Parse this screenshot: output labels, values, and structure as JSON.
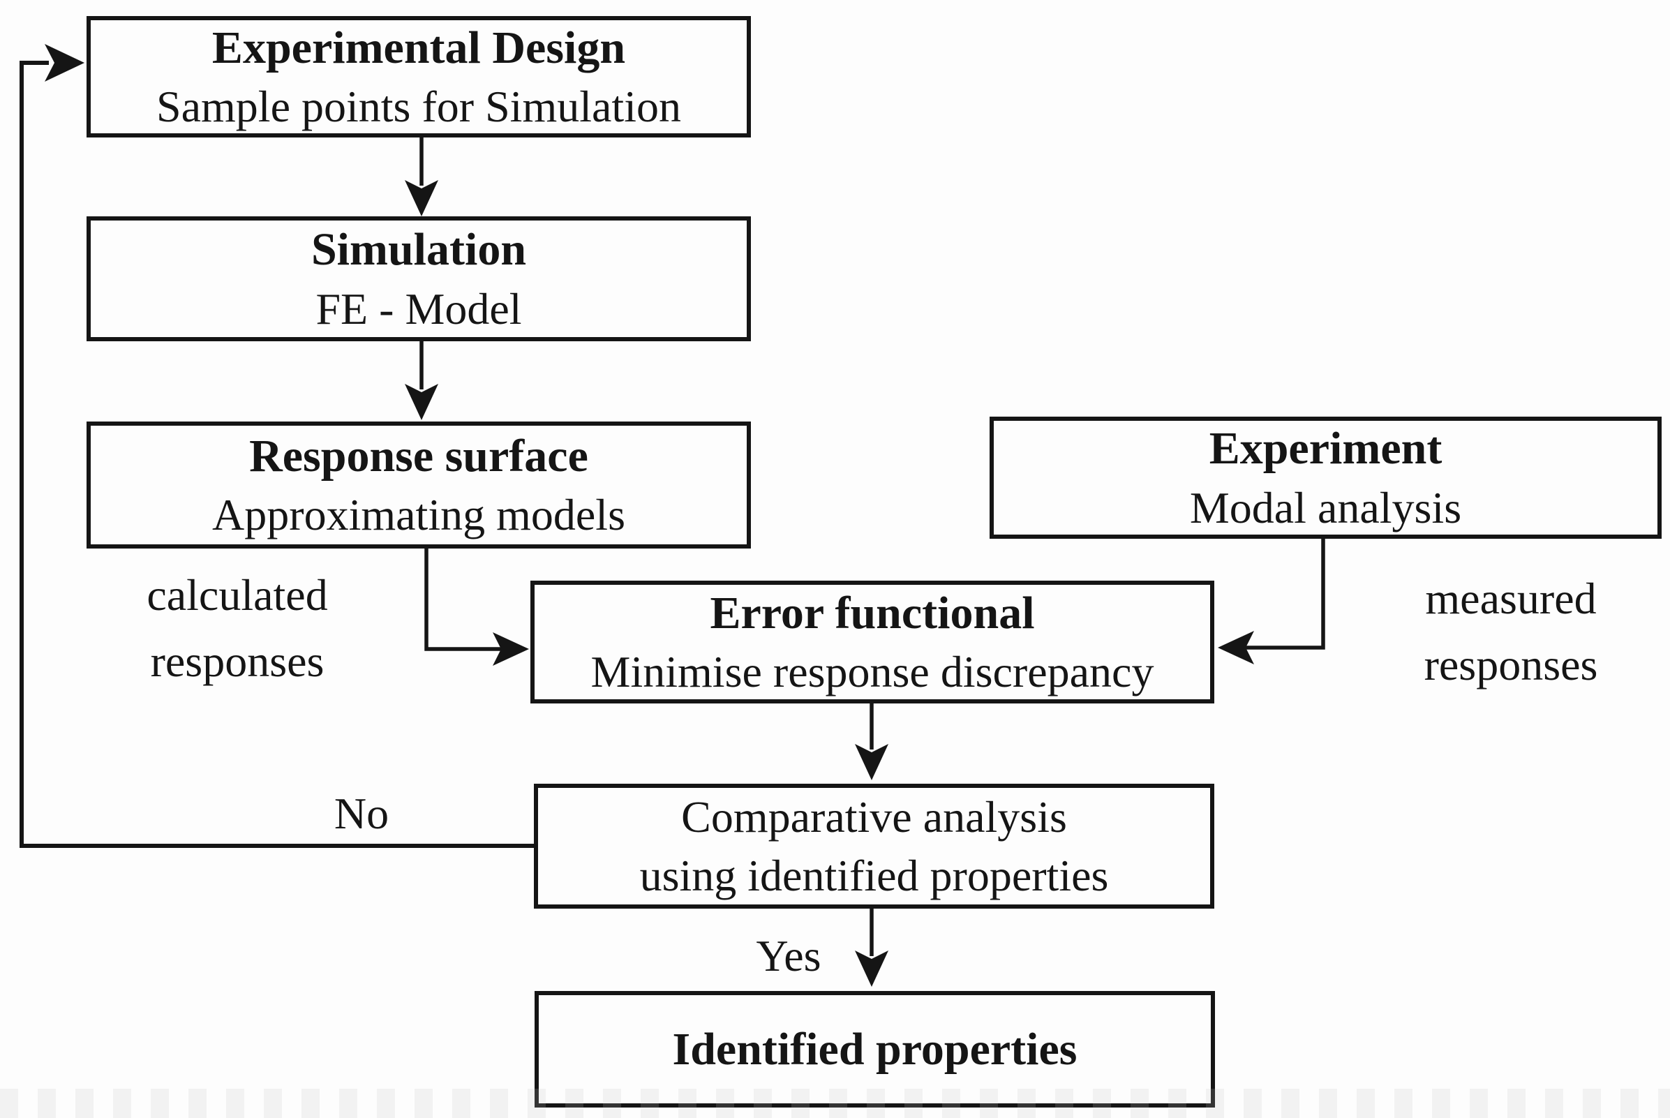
{
  "diagram": {
    "boxes": {
      "experimental_design": {
        "title": "Experimental Design",
        "subtitle": "Sample points for Simulation"
      },
      "simulation": {
        "title": "Simulation",
        "subtitle": "FE - Model"
      },
      "response_surface": {
        "title": "Response surface",
        "subtitle": "Approximating models"
      },
      "experiment": {
        "title": "Experiment",
        "subtitle": "Modal analysis"
      },
      "error_functional": {
        "title": "Error functional",
        "subtitle": "Minimise response discrepancy"
      },
      "comparative_analysis": {
        "line1": "Comparative analysis",
        "line2": "using identified properties"
      },
      "identified_properties": {
        "title": "Identified properties"
      }
    },
    "labels": {
      "calculated_responses": {
        "line1": "calculated",
        "line2": "responses"
      },
      "measured_responses": {
        "line1": "measured",
        "line2": "responses"
      },
      "no": "No",
      "yes": "Yes"
    },
    "colors": {
      "ink": "#151515",
      "background": "#fdfdfd"
    }
  }
}
